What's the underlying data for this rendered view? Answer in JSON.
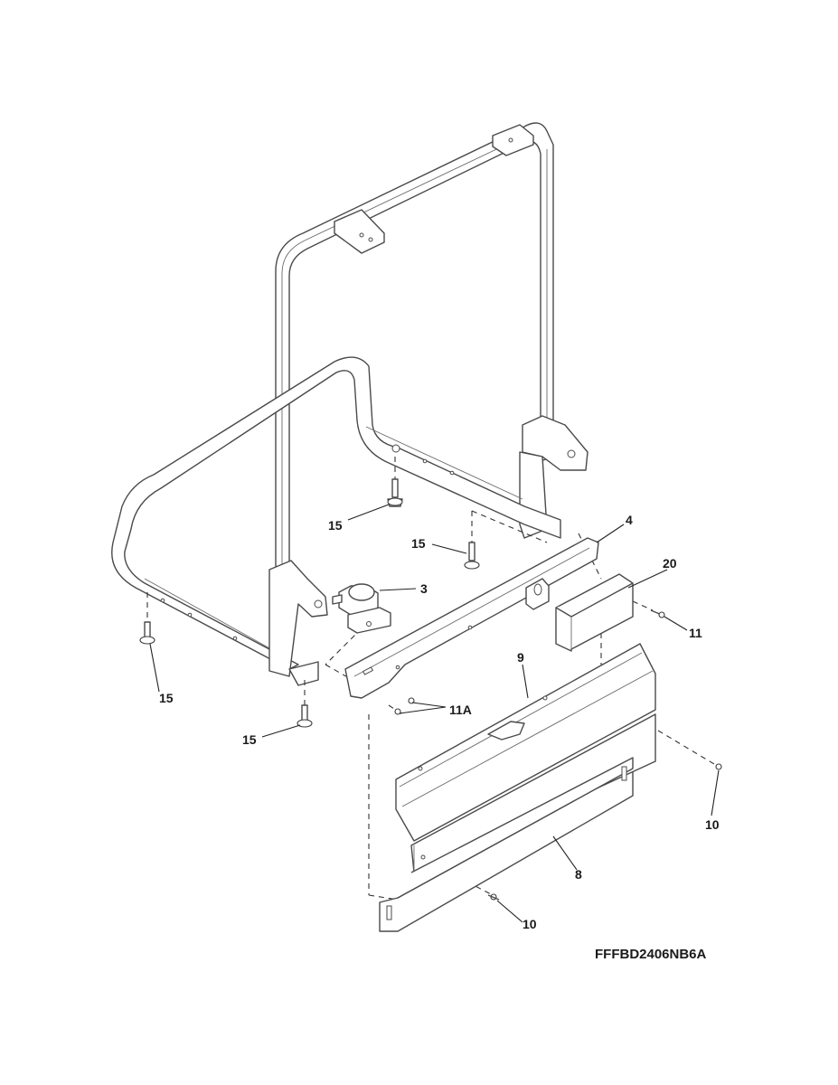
{
  "callouts": {
    "c3": "3",
    "c4": "4",
    "c8": "8",
    "c9": "9",
    "c10a": "10",
    "c10b": "10",
    "c11": "11",
    "c11a": "11A",
    "c15a": "15",
    "c15b": "15",
    "c15c": "15",
    "c15d": "15",
    "c20": "20"
  },
  "model_number": "FFFBD2406NB6A"
}
